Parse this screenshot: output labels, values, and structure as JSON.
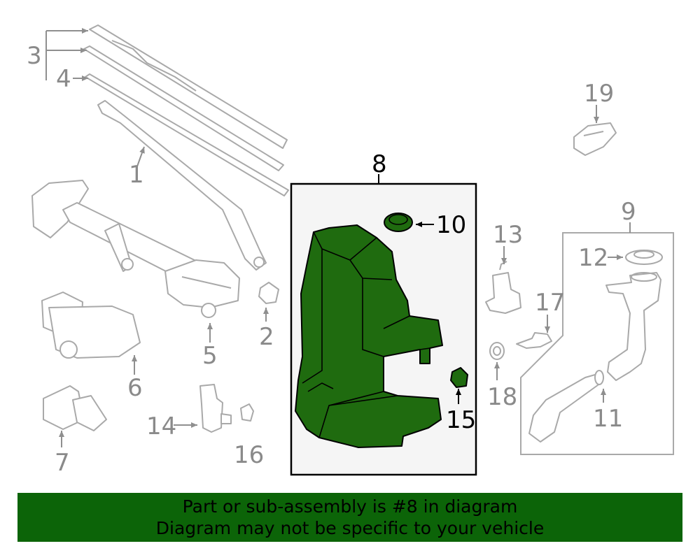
{
  "callouts": {
    "c1": "1",
    "c2": "2",
    "c3": "3",
    "c4": "4",
    "c5": "5",
    "c6": "6",
    "c7": "7",
    "c8": "8",
    "c9": "9",
    "c10": "10",
    "c11": "11",
    "c12": "12",
    "c13": "13",
    "c14": "14",
    "c15": "15",
    "c16": "16",
    "c17": "17",
    "c18": "18",
    "c19": "19"
  },
  "banner": {
    "line1": "Part or sub-assembly is #8 in diagram",
    "line2": "Diagram may not be specific to your vehicle",
    "color": "#0c6408"
  },
  "highlight": {
    "part_number": "8",
    "color": "#1f6b0f"
  }
}
